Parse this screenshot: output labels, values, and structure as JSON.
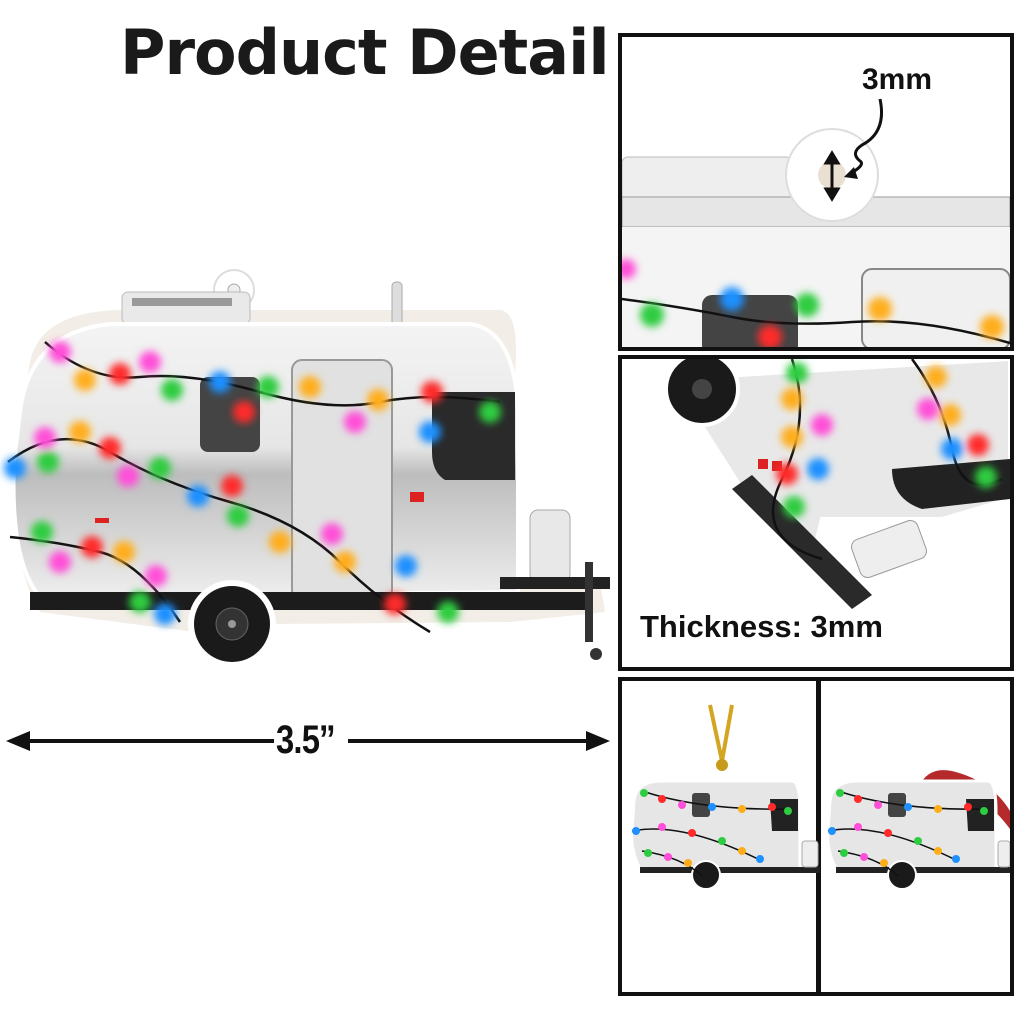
{
  "header": {
    "title": "Product Detail"
  },
  "main_image": {
    "subject": "Silver camper trailer ornament decorated with colorful Christmas string lights",
    "light_colors": [
      "#2ecc40",
      "#ff2a2a",
      "#ff4fd8",
      "#ffae1a",
      "#1e90ff"
    ]
  },
  "dimension": {
    "width_label": "3.5’’"
  },
  "panels": {
    "hole_detail": {
      "label": "3mm",
      "description": "Hanging hole close-up"
    },
    "thickness_detail": {
      "label": "Thickness: 3mm",
      "description": "Angled edge view"
    },
    "hanging_options": [
      {
        "description": "With gold string",
        "string_color": "#d4a520"
      },
      {
        "description": "With red ribbon",
        "string_color": "#b52a2a"
      }
    ]
  },
  "colors": {
    "border": "#111111",
    "text": "#1a1a1a",
    "background": "#ffffff",
    "trailer_body": "#d9d9d9"
  }
}
